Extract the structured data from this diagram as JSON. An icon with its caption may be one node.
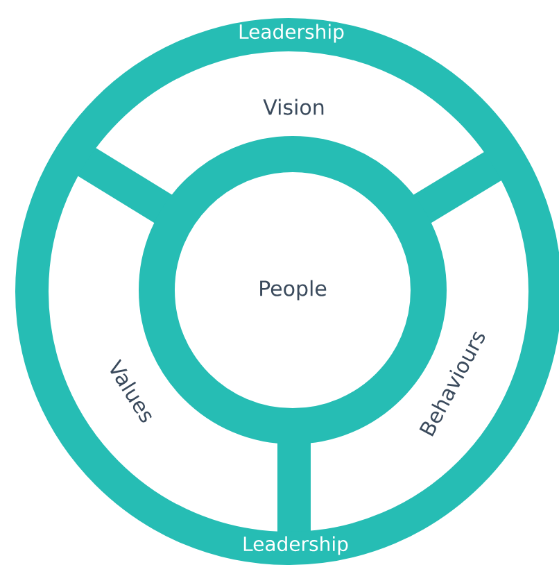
{
  "diagram": {
    "nodes": [
      {
        "text": [
          "Leadership",
          "Leadership"
        ]
      },
      {
        "text": [
          "Vision"
        ],
        "in": 0
      },
      {
        "text": [
          "Values"
        ],
        "in": 0
      },
      {
        "text": [
          "Behaviours"
        ],
        "in": 0
      },
      {
        "text": [
          "People"
        ],
        "in": 0
      }
    ]
  }
}
